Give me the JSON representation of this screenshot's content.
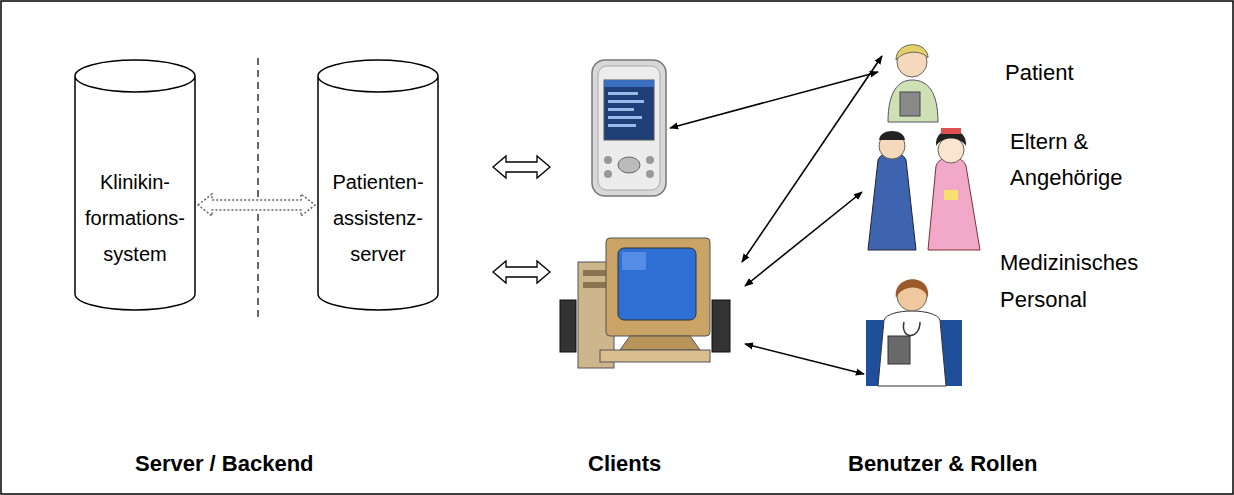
{
  "diagram": {
    "nodes": [
      {
        "text": [
          "Klinikin- formations- system"
        ]
      },
      {
        "text": [
          "Patienten- assistenz- server"
        ]
      }
    ],
    "edges": [
      {
        "from": 0,
        "to": 1,
        "arrow": "both"
      }
    ],
    "labels": [
      "Patient",
      "Eltern & Angehörige",
      "Medizinisches Personal",
      "Server / Backend",
      "Clients",
      "Benutzer & Rollen"
    ]
  }
}
